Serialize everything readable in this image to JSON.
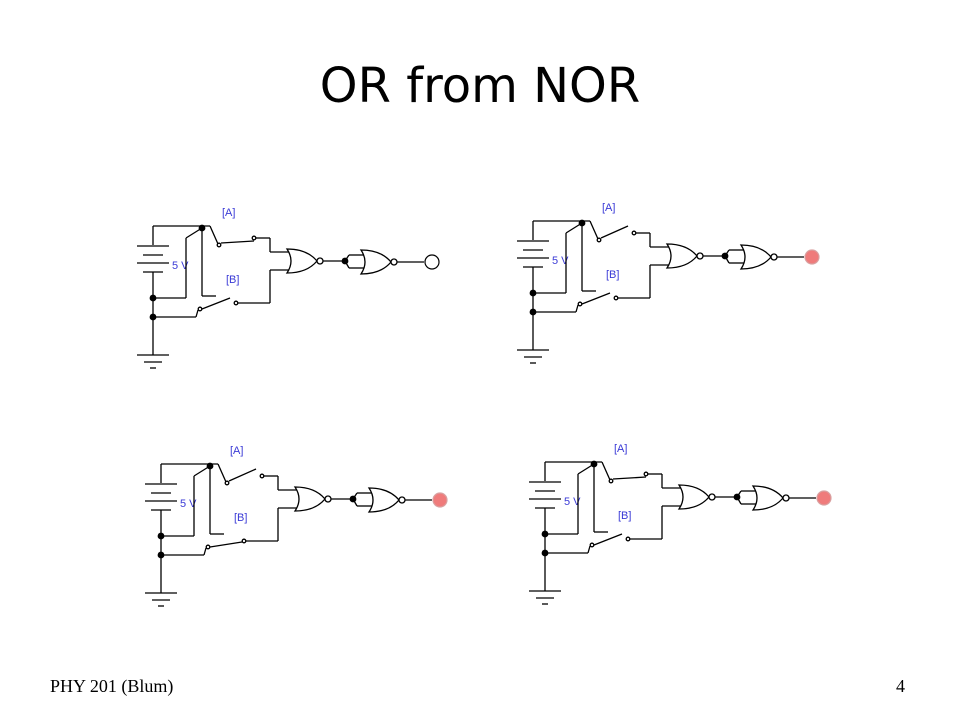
{
  "slide": {
    "title": "OR from NOR",
    "footer_left": "PHY 201 (Blum)",
    "page_number": "4"
  },
  "circuits": [
    {
      "switch_a_label": "[A]",
      "switch_b_label": "[B]",
      "voltage_label": "5 V",
      "switch_a_closed": true,
      "switch_b_closed": false,
      "output_on": false
    },
    {
      "switch_a_label": "[A]",
      "switch_b_label": "[B]",
      "voltage_label": "5 V",
      "switch_a_closed": false,
      "switch_b_closed": false,
      "output_on": true
    },
    {
      "switch_a_label": "[A]",
      "switch_b_label": "[B]",
      "voltage_label": "5 V",
      "switch_a_closed": false,
      "switch_b_closed": true,
      "output_on": true
    },
    {
      "switch_a_label": "[A]",
      "switch_b_label": "[B]",
      "voltage_label": "5 V",
      "switch_a_closed": true,
      "switch_b_closed": false,
      "output_on": true
    }
  ],
  "colors": {
    "led_on": "#ef7b7b",
    "led_off": "#ffffff",
    "label": "#3a3ad6"
  }
}
